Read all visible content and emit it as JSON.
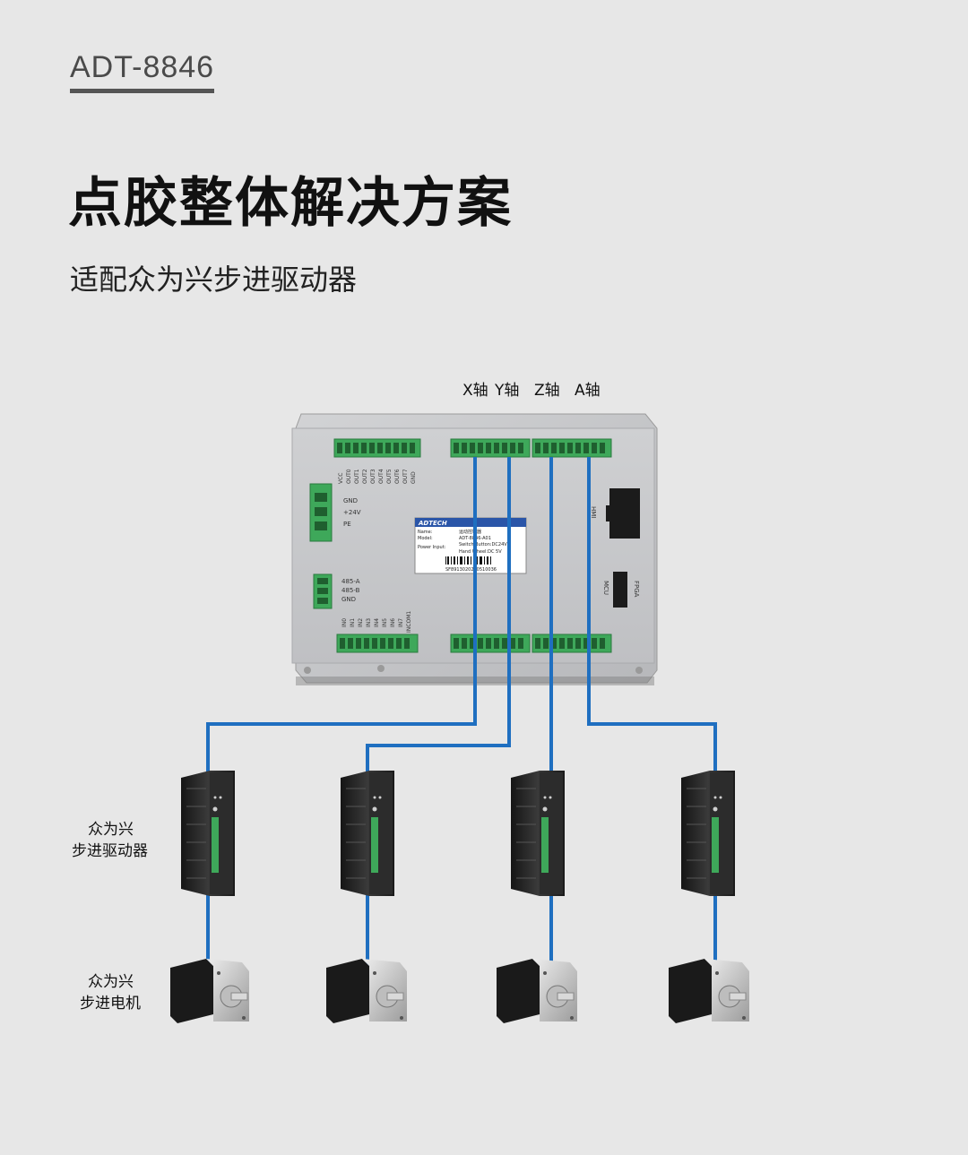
{
  "header": {
    "model": "ADT-8846",
    "title": "点胶整体解决方案",
    "subtitle": "适配众为兴步进驱动器"
  },
  "axes": [
    "X轴",
    "Y轴",
    "Z轴",
    "A轴"
  ],
  "controller": {
    "brand": "ADTECH",
    "label_rows": [
      {
        "key": "Name:",
        "value": "运动控制器"
      },
      {
        "key": "Model:",
        "value": "ADT-8846-A01"
      },
      {
        "key": "Power Input:",
        "value": "Switch Button:DC24V"
      },
      {
        "key": "",
        "value": "Hand Wheel:DC 5V"
      }
    ],
    "serial": "SF8913020200510036",
    "power_pins": [
      "GND",
      "+24V",
      "PE"
    ],
    "rs485_pins": [
      "485-A",
      "485-B",
      "GND"
    ],
    "output_pins": [
      "VCC",
      "OUT0",
      "OUT1",
      "OUT2",
      "OUT3",
      "OUT4",
      "OUT5",
      "OUT6",
      "OUT7",
      "GND"
    ],
    "input_pins_left": [
      "IN0",
      "IN1",
      "IN2",
      "IN3",
      "IN4",
      "IN5",
      "IN6",
      "IN7",
      "INCOM1"
    ],
    "hmi_label": "HMI",
    "mcu_label": "MCU",
    "fpga_label": "FPGA"
  },
  "side_labels": {
    "driver": [
      "众为兴",
      "步进驱动器"
    ],
    "motor": [
      "众为兴",
      "步进电机"
    ]
  },
  "colors": {
    "background": "#e7e7e7",
    "wire": "#1f6fc0",
    "terminal": "#3ea85a",
    "driver_body": "#2a2a2a",
    "motor_body": "#1d1d1d"
  }
}
